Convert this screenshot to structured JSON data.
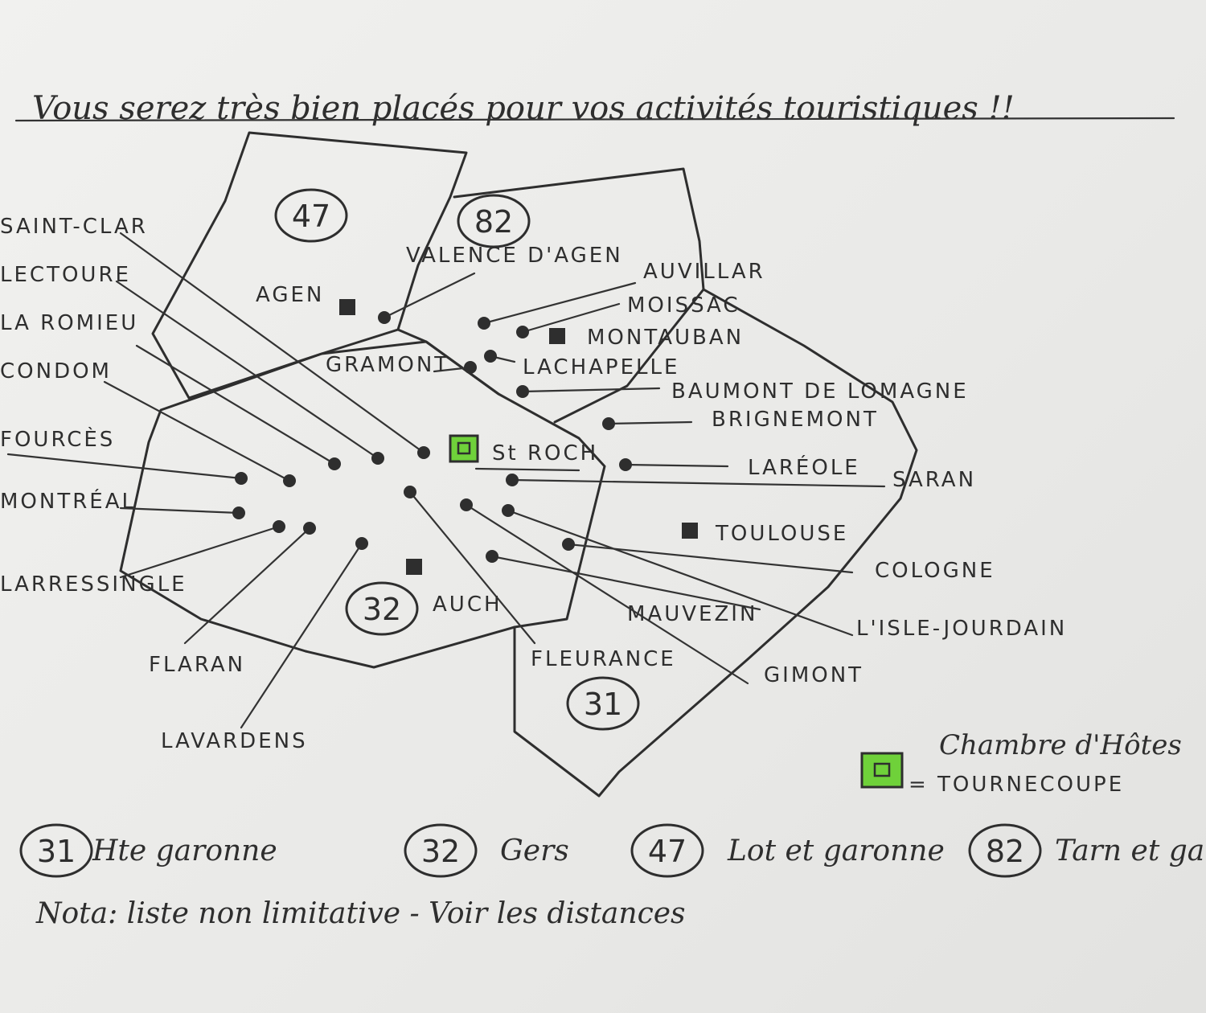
{
  "title": "Vous serez très bien placés pour vos activités touristiques !!",
  "departments": [
    {
      "code": "47",
      "name": "Lot et garonne"
    },
    {
      "code": "82",
      "name": "Tarn et garonne"
    },
    {
      "code": "32",
      "name": "Gers"
    },
    {
      "code": "31",
      "name": "Hte garonne"
    }
  ],
  "prefectures": [
    "AGEN",
    "MONTAUBAN",
    "AUCH",
    "TOULOUSE"
  ],
  "home": {
    "label": "St ROCH",
    "color": "#6fd13a"
  },
  "places": [
    "SAINT-CLAR",
    "LECTOURE",
    "LA ROMIEU",
    "CONDOM",
    "FOURCÈS",
    "MONTRÉAL",
    "LARRESSINGLE",
    "FLARAN",
    "LAVARDENS",
    "GRAMONT",
    "VALENCE D'AGEN",
    "AUVILLAR",
    "MOISSAC",
    "LACHAPELLE",
    "BAUMONT DE LOMAGNE",
    "BRIGNEMONT",
    "LARÉOLE",
    "SARAN",
    "COLOGNE",
    "L'ISLE-JOURDAIN",
    "MAUVEZIN",
    "GIMONT",
    "FLEURANCE"
  ],
  "legend": {
    "line1": "Chambre d'Hôtes",
    "line2": "= TOURNECOUPE"
  },
  "nota": "Nota: liste non limitative - Voir les distances"
}
